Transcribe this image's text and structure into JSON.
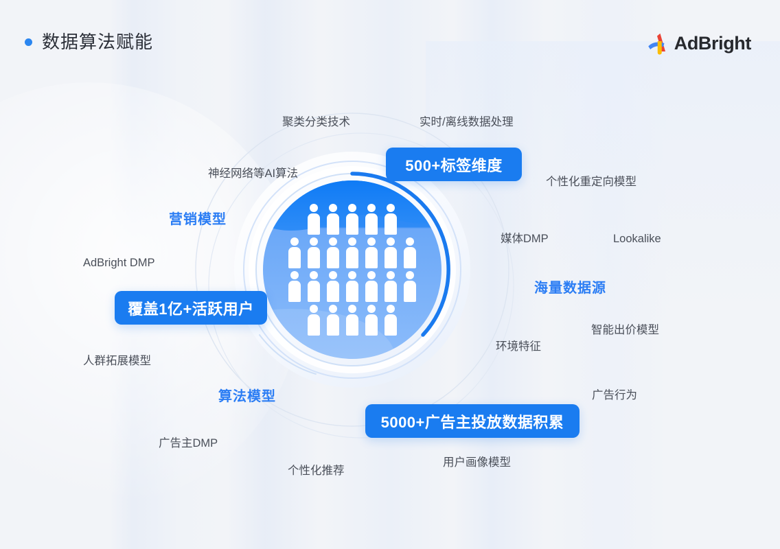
{
  "header": {
    "title": "数据算法赋能",
    "bullet_color": "#2b86f0",
    "logo_text": "AdBright",
    "logo_colors": {
      "blue": "#4285f4",
      "red": "#ea4335",
      "yellow": "#fbbc05"
    }
  },
  "theme": {
    "page_bg": "#f2f4f8",
    "accent": "#1a7cf0",
    "accent_light": "#6ca8f7",
    "accent_dark": "#1f7af0",
    "label_text": "#4a4f59",
    "blue_label_text": "#2b7df4"
  },
  "badges": [
    {
      "id": "tags",
      "label": "500+标签维度"
    },
    {
      "id": "users",
      "label": "覆盖1亿+活跃用户"
    },
    {
      "id": "advertisers",
      "label": "5000+广告主投放数据积累"
    }
  ],
  "keywords": [
    {
      "id": "cluster-classification",
      "label": "聚类分类技术",
      "style": "gray"
    },
    {
      "id": "realtime-offline",
      "label": "实时/离线数据处理",
      "style": "gray"
    },
    {
      "id": "neural-ai",
      "label": "神经网络等AI算法",
      "style": "gray"
    },
    {
      "id": "personalized-retarget",
      "label": "个性化重定向模型",
      "style": "gray"
    },
    {
      "id": "marketing-model",
      "label": "营销模型",
      "style": "blue"
    },
    {
      "id": "media-dmp",
      "label": "媒体DMP",
      "style": "gray"
    },
    {
      "id": "lookalike",
      "label": "Lookalike",
      "style": "gray"
    },
    {
      "id": "adbright-dmp",
      "label": "AdBright DMP",
      "style": "gray"
    },
    {
      "id": "massive-data-source",
      "label": "海量数据源",
      "style": "blue"
    },
    {
      "id": "smart-bidding",
      "label": "智能出价模型",
      "style": "gray"
    },
    {
      "id": "audience-expansion",
      "label": "人群拓展模型",
      "style": "gray"
    },
    {
      "id": "environment-feature",
      "label": "环境特征",
      "style": "gray"
    },
    {
      "id": "algorithm-model",
      "label": "算法模型",
      "style": "blue"
    },
    {
      "id": "ad-behavior",
      "label": "广告行为",
      "style": "gray"
    },
    {
      "id": "advertiser-dmp",
      "label": "广告主DMP",
      "style": "gray"
    },
    {
      "id": "personalized-recommend",
      "label": "个性化推荐",
      "style": "gray"
    },
    {
      "id": "user-profile-model",
      "label": "用户画像模型",
      "style": "gray"
    }
  ],
  "hero": {
    "people_rows": [
      5,
      7,
      7,
      5
    ],
    "total_people": 24,
    "ring_colors": {
      "outer_faint": "#dde6f2",
      "mid_ring": "#cfe0f7",
      "halo": "#ffffff",
      "progress_arc": "#1a7aef"
    },
    "circle_fill_top": "#1d82f5",
    "circle_fill_bottom": "#85b7f9"
  }
}
